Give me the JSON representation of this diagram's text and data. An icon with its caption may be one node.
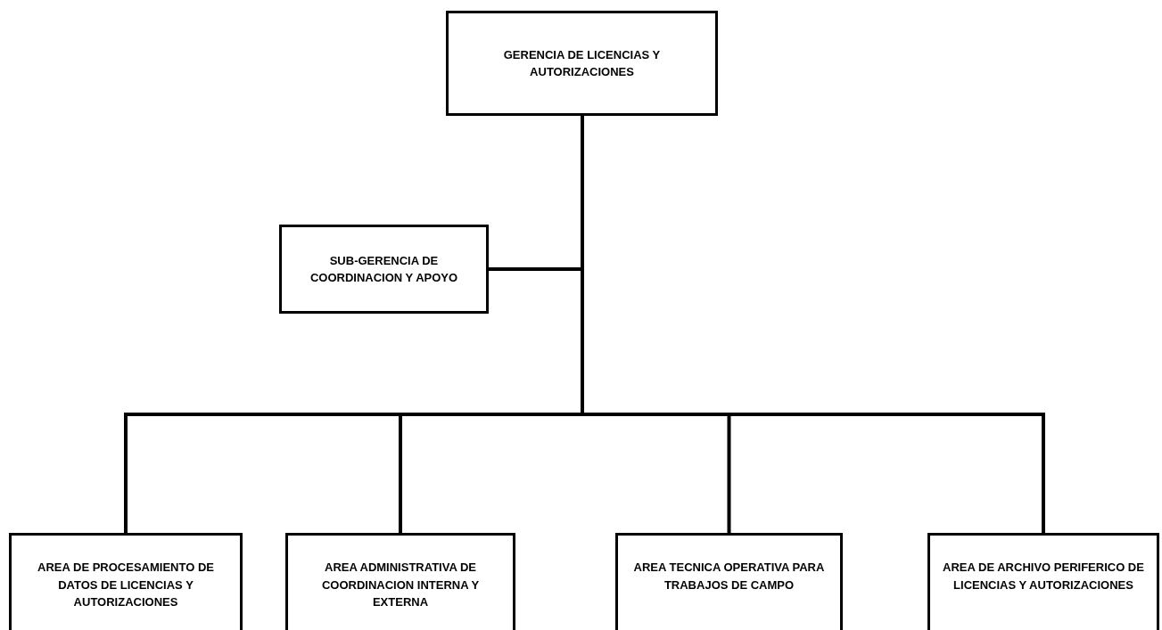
{
  "diagram": {
    "nodes": [
      {
        "text": [
          "GERENCIA DE LICENCIAS Y AUTORIZACIONES"
        ]
      },
      {
        "text": [
          "SUB-GERENCIA DE COORDINACION Y APOYO"
        ]
      },
      {
        "text": [
          "AREA DE PROCESAMIENTO DE DATOS DE LICENCIAS Y AUTORIZACIONES"
        ]
      },
      {
        "text": [
          "AREA ADMINISTRATIVA DE COORDINACION INTERNA Y EXTERNA"
        ]
      },
      {
        "text": [
          "AREA TECNICA OPERATIVA PARA TRABAJOS DE CAMPO"
        ]
      },
      {
        "text": [
          "AREA DE ARCHIVO PERIFERICO  DE LICENCIAS Y AUTORIZACIONES"
        ]
      }
    ],
    "edges": [
      {
        "from": 0,
        "to": 1,
        "arrow": "none"
      },
      {
        "from": 0,
        "to": 2,
        "arrow": "none"
      },
      {
        "from": 0,
        "to": 3,
        "arrow": "none"
      },
      {
        "from": 0,
        "to": 4,
        "arrow": "none"
      },
      {
        "from": 0,
        "to": 5,
        "arrow": "none"
      }
    ]
  }
}
